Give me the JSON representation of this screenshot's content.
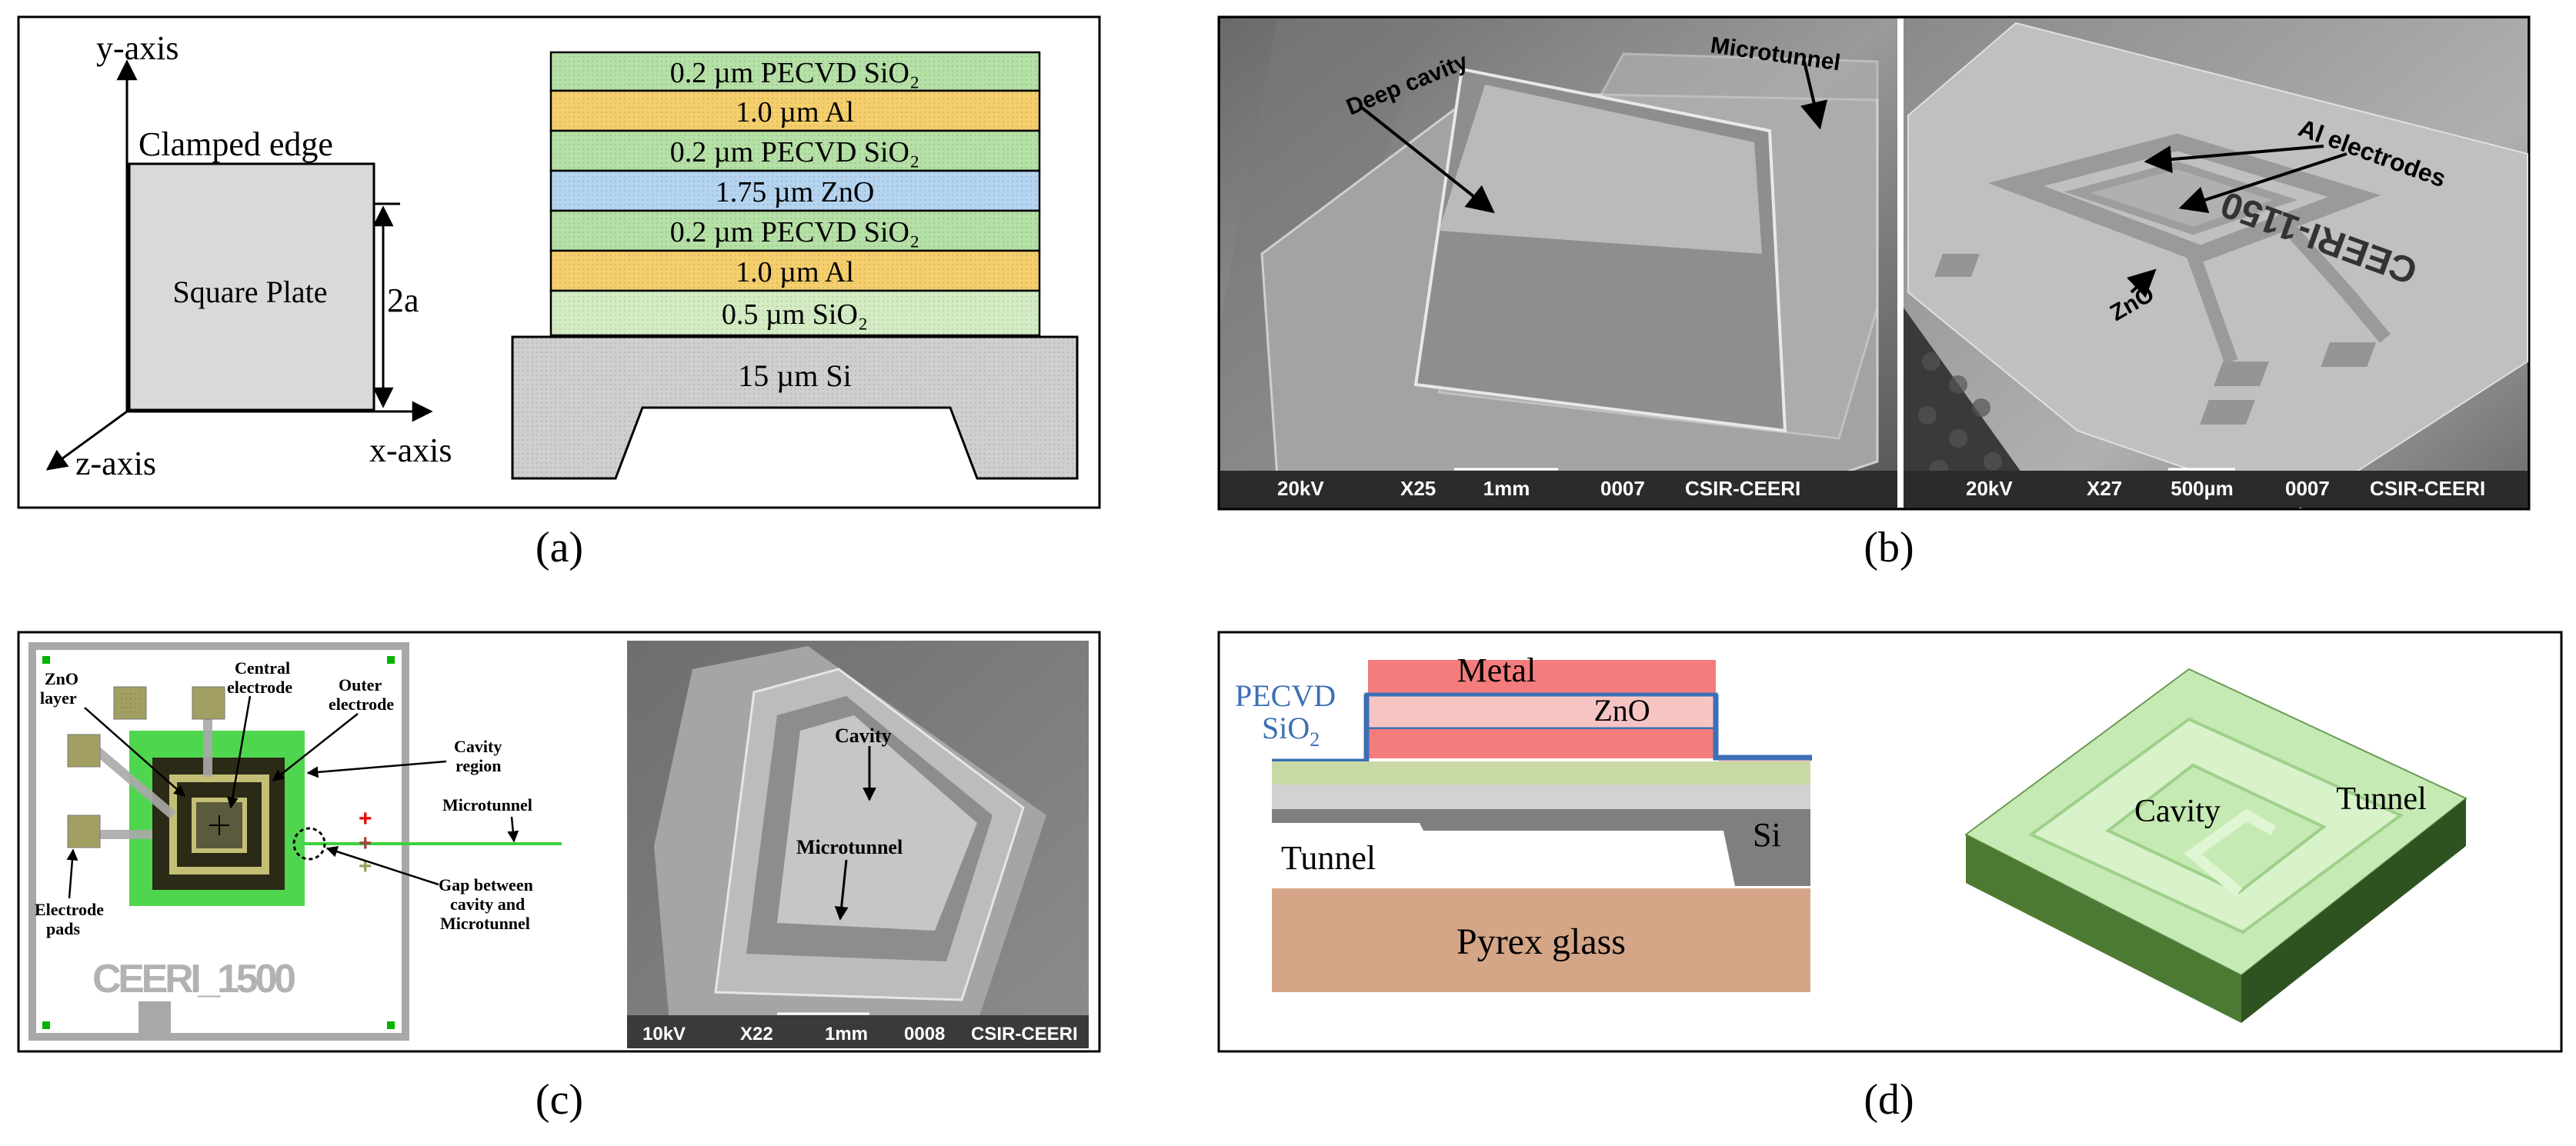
{
  "panels": {
    "a": {
      "label": "(a)",
      "y_axis": "y-axis",
      "x_axis": "x-axis",
      "z_axis": "z-axis",
      "clamped_edge": "Clamped edge",
      "square_plate": "Square Plate",
      "dimension": "2a",
      "layers": [
        {
          "text": "0.2 µm PECVD SiO₂",
          "color": "#b5e0a6"
        },
        {
          "text": "1.0 µm Al",
          "color": "#f5cf6c"
        },
        {
          "text": "0.2 µm PECVD SiO₂",
          "color": "#b5e0a6"
        },
        {
          "text": "1.75 µm ZnO",
          "color": "#b4d4f0"
        },
        {
          "text": "0.2 µm PECVD SiO₂",
          "color": "#b5e0a6"
        },
        {
          "text": "1.0 µm Al",
          "color": "#f5cf6c"
        },
        {
          "text": "0.5 µm SiO₂",
          "color": "#d4ecc4"
        }
      ],
      "substrate": "15 µm Si"
    },
    "b": {
      "label": "(b)",
      "left": {
        "deep_cavity": "Deep cavity",
        "microtunnel": "Microtunnel",
        "footer": [
          "20kV",
          "X25",
          "1mm",
          "0007",
          "CSIR-CEERI"
        ]
      },
      "right": {
        "al_electrodes": "Al electrodes",
        "zno": "ZnO",
        "chip_id": "CEERI-1150",
        "footer": [
          "20kV",
          "X27",
          "500µm",
          "0007",
          "CSIR-CEERI"
        ]
      }
    },
    "c": {
      "label": "(c)",
      "zno_layer": [
        "ZnO",
        "layer"
      ],
      "central_electrode": [
        "Central",
        "electrode"
      ],
      "outer_electrode": [
        "Outer",
        "electrode"
      ],
      "cavity_region": [
        "Cavity",
        "region"
      ],
      "microtunnel": "Microtunnel",
      "gap": [
        "Gap between",
        "cavity and",
        "Microtunnel"
      ],
      "electrode_pads": [
        "Electrode",
        "pads"
      ],
      "chip_id": "CEERI_1500",
      "sem": {
        "cavity": "Cavity",
        "microtunnel": "Microtunnel",
        "footer": [
          "10kV",
          "X22",
          "1mm",
          "0008",
          "CSIR-CEERI"
        ]
      }
    },
    "d": {
      "label": "(d)",
      "metal": "Metal",
      "zno": "ZnO",
      "pecvd": "PECVD",
      "sio2": "SiO",
      "sio2_sub": "2",
      "tunnel": "Tunnel",
      "si": "Si",
      "pyrex": "Pyrex glass",
      "cavity_3d": "Cavity",
      "tunnel_3d": "Tunnel",
      "colors": {
        "metal": "#f47c7c",
        "zno": "#f7c4c4",
        "pecvd": "#3d6fb5",
        "pyrex": "#d4a687",
        "si": "#7f7f7f"
      }
    }
  }
}
